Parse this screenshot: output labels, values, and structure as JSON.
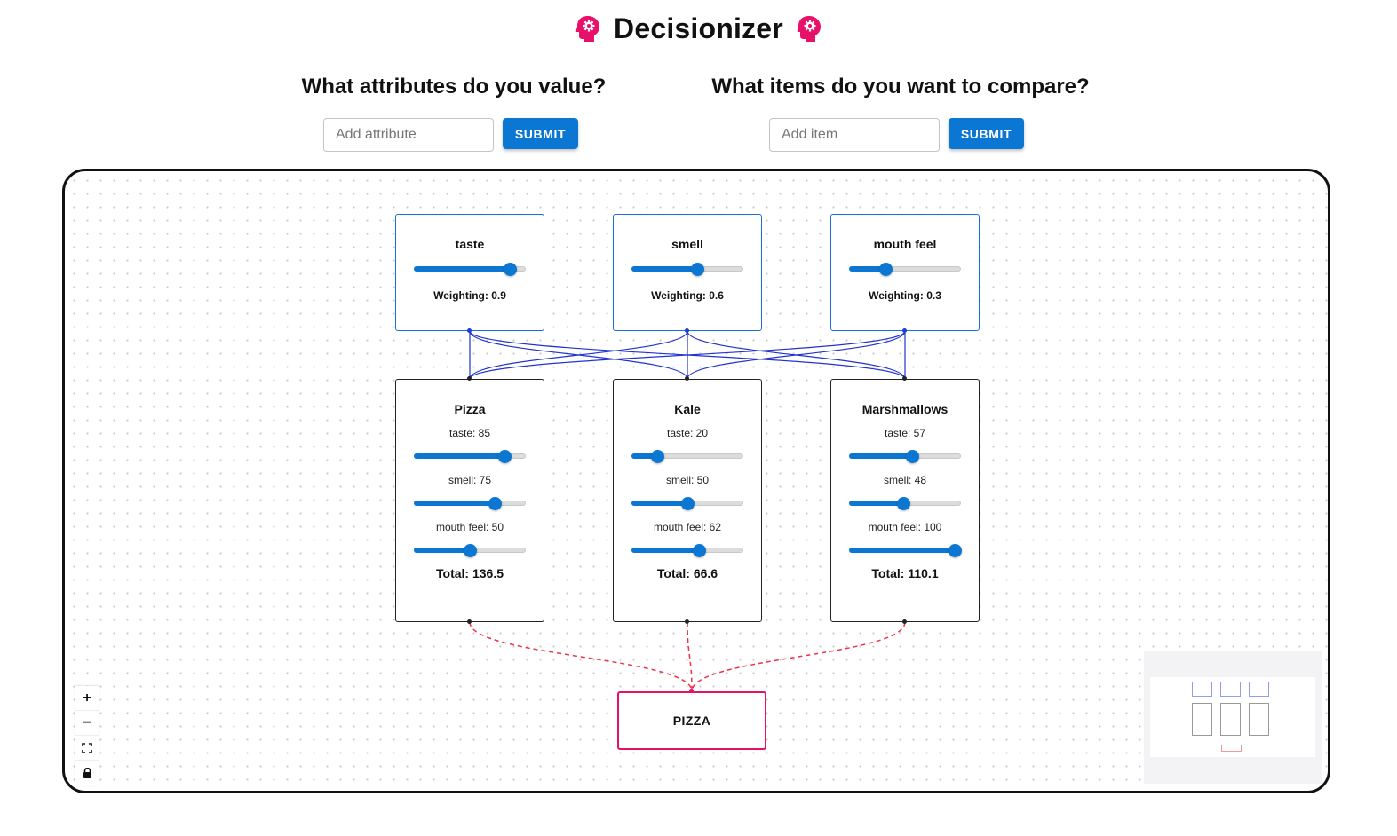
{
  "app": {
    "title": "Decisionizer",
    "brand_color": "#e8116a",
    "icons": [
      "brain-gear-icon",
      "brain-gear-icon"
    ]
  },
  "attributes_section": {
    "heading": "What attributes do you value?",
    "input_placeholder": "Add attribute",
    "submit_label": "SUBMIT"
  },
  "items_section": {
    "heading": "What items do you want to compare?",
    "input_placeholder": "Add item",
    "submit_label": "SUBMIT"
  },
  "attributes": [
    {
      "name": "taste",
      "weighting": 0.9,
      "weighting_text": "Weighting: 0.9"
    },
    {
      "name": "smell",
      "weighting": 0.6,
      "weighting_text": "Weighting: 0.6"
    },
    {
      "name": "mouth feel",
      "weighting": 0.3,
      "weighting_text": "Weighting: 0.3"
    }
  ],
  "items": [
    {
      "name": "Pizza",
      "scores": [
        {
          "label": "taste: 85",
          "value": 85
        },
        {
          "label": "smell: 75",
          "value": 75
        },
        {
          "label": "mouth feel: 50",
          "value": 50
        }
      ],
      "total": "Total: 136.5"
    },
    {
      "name": "Kale",
      "scores": [
        {
          "label": "taste: 20",
          "value": 20
        },
        {
          "label": "smell: 50",
          "value": 50
        },
        {
          "label": "mouth feel: 62",
          "value": 62
        }
      ],
      "total": "Total: 66.6"
    },
    {
      "name": "Marshmallows",
      "scores": [
        {
          "label": "taste: 57",
          "value": 57
        },
        {
          "label": "smell: 48",
          "value": 48
        },
        {
          "label": "mouth feel: 100",
          "value": 100
        }
      ],
      "total": "Total: 110.1"
    }
  ],
  "result": {
    "label": "PIZZA"
  },
  "colors": {
    "accent": "#0b77d3",
    "attribute_border": "#1a6ed8",
    "edge_attribute": "#2233cc",
    "edge_result": "#ee3344",
    "result_border": "#e8116a"
  },
  "controls": {
    "zoom_in": "+",
    "zoom_out": "−",
    "icons": [
      "plus-icon",
      "minus-icon",
      "fit-view-icon",
      "lock-icon"
    ]
  }
}
